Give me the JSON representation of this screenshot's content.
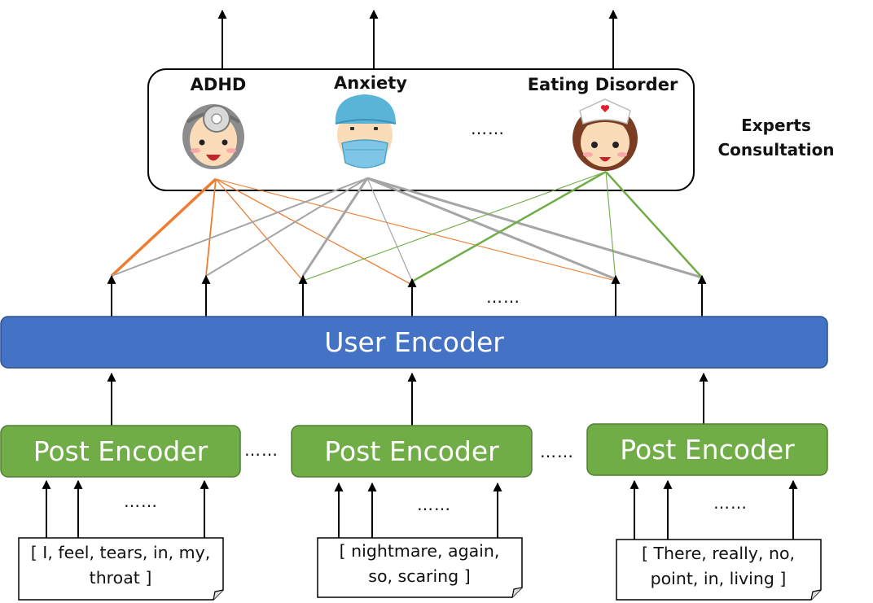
{
  "experts": [
    {
      "name": "ADHD",
      "icon": "doctor-head-mirror-icon"
    },
    {
      "name": "Anxiety",
      "icon": "surgeon-mask-icon"
    },
    {
      "name": "Eating Disorder",
      "icon": "nurse-cap-icon"
    }
  ],
  "experts_ellipsis": "……",
  "experts_label": [
    "Experts",
    "Consultation"
  ],
  "user_encoder": "User Encoder",
  "user_outputs_ellipsis": "……",
  "post_encoders": [
    {
      "label": "Post Encoder",
      "inputs_ellipsis": "……",
      "tokens": [
        "[ I, feel, tears, in, my,",
        "throat ]"
      ]
    },
    {
      "label": "Post Encoder",
      "inputs_ellipsis": "……",
      "tokens": [
        "[ nightmare, again,",
        "so, scaring ]"
      ]
    },
    {
      "label": "Post Encoder",
      "inputs_ellipsis": "……",
      "tokens": [
        "[ There, really, no,",
        "point, in, living ]"
      ]
    }
  ],
  "between_posts_ellipsis": [
    "……",
    "……"
  ],
  "colors": {
    "user_encoder": "#4472c4",
    "post_encoder": "#70ad47",
    "adhd_links": "#ed7d31",
    "anxiety_links": "#a5a5a5",
    "eating_links": "#70ad47"
  }
}
